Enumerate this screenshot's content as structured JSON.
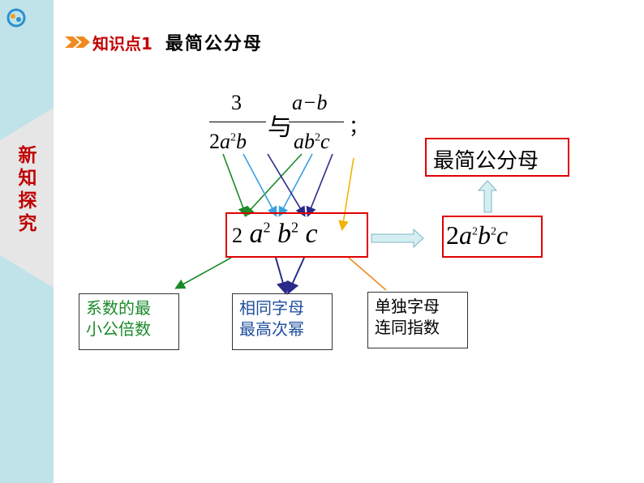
{
  "sidebar": {
    "label": "新\n知\n探\n究"
  },
  "header": {
    "knowledge_point": "知识点1",
    "title": "最简公分母"
  },
  "fraction1": {
    "numerator": "3",
    "denominator_coef": "2",
    "den_a": "a",
    "den_a_exp": "2",
    "den_b": "b"
  },
  "connector": "与",
  "fraction2": {
    "numerator": "a−b",
    "den_a": "a",
    "den_b": "b",
    "den_b_exp": "2",
    "den_c": "c"
  },
  "punctuation": "；",
  "center_expr": {
    "coef": "2",
    "a": "a",
    "a_exp": "2",
    "b": "b",
    "b_exp": "2",
    "c": "c"
  },
  "result_label": "最简公分母",
  "result_expr": {
    "coef": "2",
    "a": "a",
    "a_exp": "2",
    "b": "b",
    "b_exp": "2",
    "c": "c"
  },
  "notes": [
    {
      "text": "系数的最\n小公倍数",
      "color": "#1a8a2a"
    },
    {
      "text": "相同字母\n最高次幂",
      "color": "#1f4e9c"
    },
    {
      "text": "单独字母\n连同指数",
      "color": "#000000"
    }
  ],
  "colors": {
    "sidebar": "#bfe3e8",
    "accent": "#c00000",
    "arrow_orange": "#f08a1e",
    "green": "#1a8a2a",
    "blue": "#3aa0e0",
    "navy": "#2a2a8a",
    "yellow": "#f0b400"
  }
}
